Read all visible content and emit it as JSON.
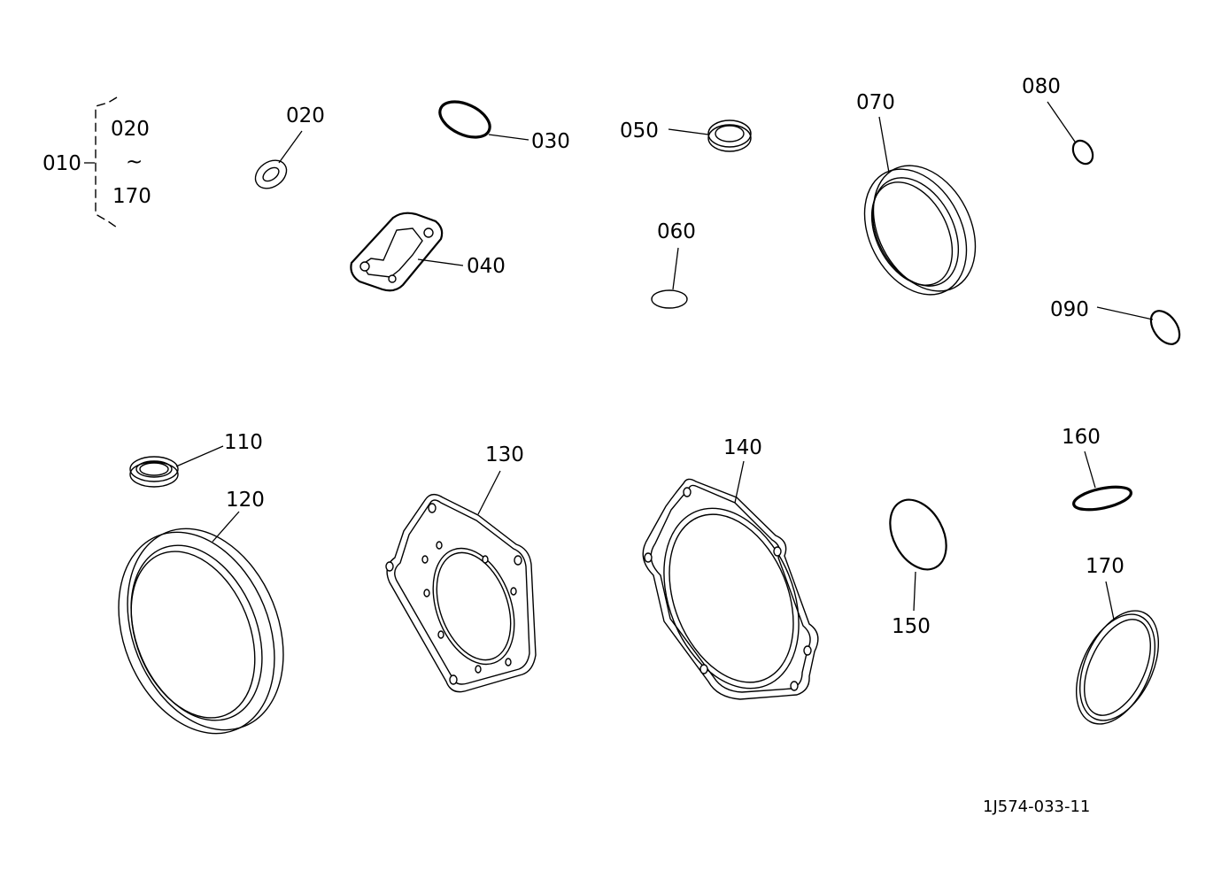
{
  "labels": {
    "p010": "010",
    "p020_range": "020",
    "tilde": "~",
    "p170_range": "170",
    "p020": "020",
    "p030": "030",
    "p040": "040",
    "p050": "050",
    "p060": "060",
    "p070": "070",
    "p080": "080",
    "p090": "090",
    "p110": "110",
    "p120": "120",
    "p130": "130",
    "p140": "140",
    "p150": "150",
    "p160": "160",
    "p170": "170"
  },
  "drawing_code": "1J574-033-11"
}
